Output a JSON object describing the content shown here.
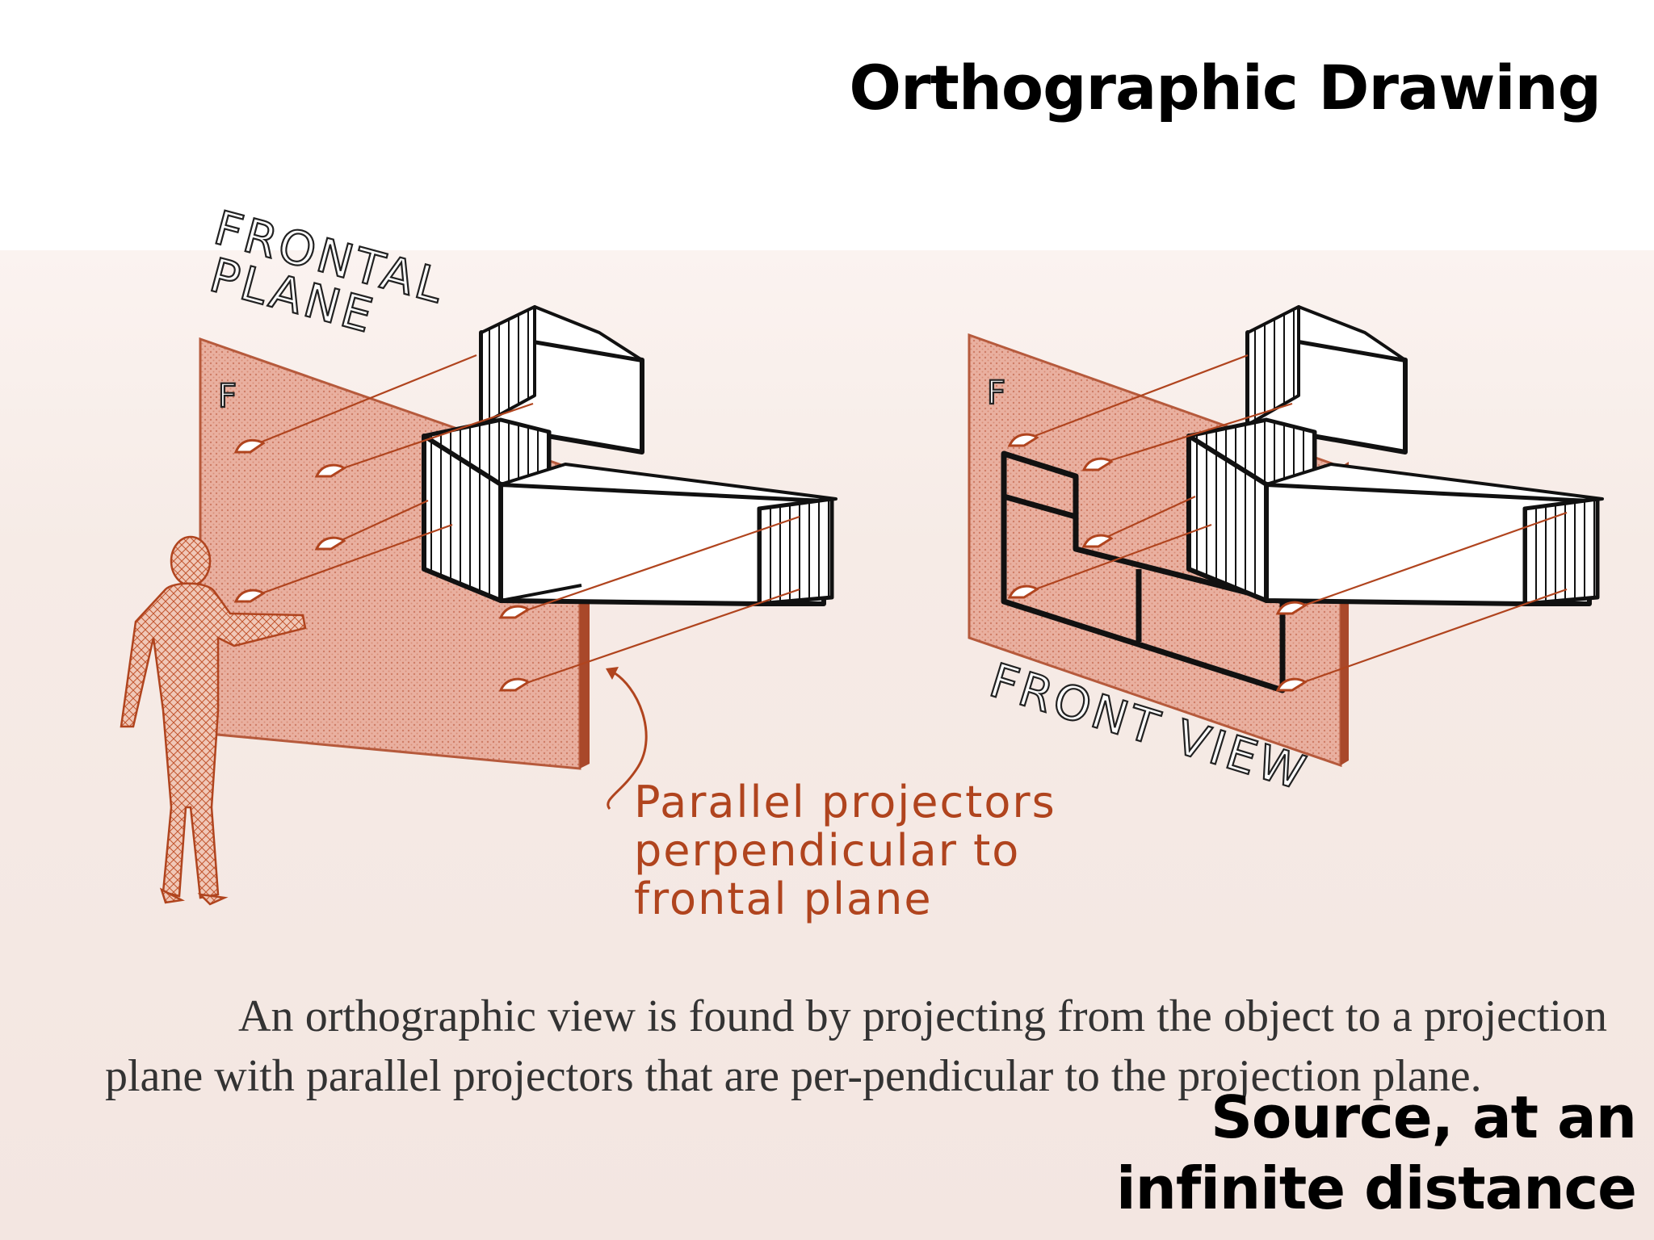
{
  "slide": {
    "title": "Orthographic Drawing",
    "source_note_line1": "Source, at an",
    "source_note_line2": "infinite distance"
  },
  "diagram": {
    "frontal_plane_label_line1": "FRONTAL",
    "frontal_plane_label_line2": "PLANE",
    "plane_letter_left": "F",
    "plane_letter_right": "F",
    "front_view_label": "FRONT VIEW",
    "callout_line1": "Parallel projectors",
    "callout_line2": "perpendicular to",
    "callout_line3": "frontal plane"
  },
  "caption": {
    "text": "An orthographic view is found by projecting from the object to a projection plane with parallel projectors that are per-pendicular to the projection plane."
  },
  "colors": {
    "plane_fill": "#e7a99a",
    "projector_color": "#b0441e",
    "accent": "#c0502a"
  }
}
